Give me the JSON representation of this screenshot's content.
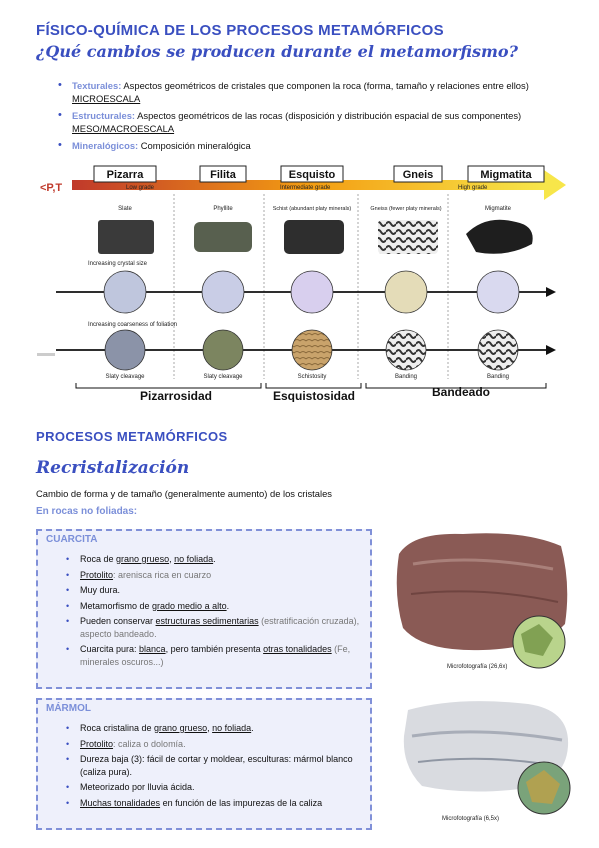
{
  "header": {
    "title": "FÍSICO-QUÍMICA DE LOS PROCESOS METAMÓRFICOS",
    "subtitle": "¿Qué cambios se producen durante el metamorfismo?"
  },
  "changes": [
    {
      "kw": "Texturales:",
      "text": " Aspectos geométricos de cristales que componen la roca (forma, tamaño y relaciones entre ellos)",
      "scale": "MICROESCALA"
    },
    {
      "kw": "Estructurales:",
      "text": " Aspectos geométricos de las rocas (disposición y distribución espacial de sus componentes)",
      "scale": "MESO/MACROESCALA"
    },
    {
      "kw": "Mineralógicos:",
      "text": " Composición mineralógica",
      "scale": ""
    }
  ],
  "figure": {
    "pt_label": "<P,T",
    "rock_names": [
      "Pizarra",
      "Filita",
      "Esquisto",
      "Gneis",
      "Migmatita"
    ],
    "grades": [
      "Low grade",
      "Intermediate grade",
      "High grade"
    ],
    "specimen_labels": [
      "Slate",
      "Phyllite",
      "Schist (abundant platy minerals)",
      "Gneiss (fewer platy minerals)",
      "Migmatite"
    ],
    "row1_label": "Increasing crystal size",
    "row2_label": "Increasing coarseness of foliation",
    "foliation_labels": [
      "Slaty cleavage",
      "Slaty cleavage",
      "Schistosity",
      "Banding",
      "Banding"
    ],
    "groups": [
      "Pizarrosidad",
      "Esquistosidad",
      "Bandeado"
    ]
  },
  "section2": {
    "title": "PROCESOS METAMÓRFICOS",
    "process": "Recristalización",
    "description": "Cambio de forma y de tamaño (generalmente aumento) de los cristales",
    "subhead": "En rocas no foliadas:"
  },
  "cuarcita": {
    "title": "CUARCITA",
    "items": [
      [
        "Roca de ",
        "grano grueso",
        ", ",
        "no foliada",
        "."
      ],
      [
        "Protolito",
        ": arenisca rica en cuarzo"
      ],
      [
        "Muy dura."
      ],
      [
        "Metamorfismo de ",
        "grado medio a alto",
        "."
      ],
      [
        "Pueden conservar ",
        "estructuras sedimentarias",
        " (estratificación cruzada), aspecto bandeado."
      ],
      [
        "Cuarcita pura: ",
        "blanca",
        ", pero también presenta ",
        "otras tonalidades",
        " (Fe, minerales oscuros...)"
      ]
    ],
    "micro_label": "Microfotografía (26,6x)"
  },
  "marmol": {
    "title": "MÁRMOL",
    "items": [
      [
        "Roca cristalina de ",
        "grano grueso",
        ", ",
        "no foliada",
        "."
      ],
      [
        "Protolito",
        ": caliza o dolomía."
      ],
      [
        "Dureza baja (3): fácil de cortar y moldear, esculturas: mármol blanco (caliza pura)."
      ],
      [
        "Meteorizado por lluvia ácida."
      ],
      [
        "Muchas tonalidades",
        " en función de las impurezas de la caliza"
      ]
    ],
    "micro_label": "Microfotografía (6,5x)"
  },
  "colors": {
    "accent": "#3a4fc0",
    "light_accent": "#7b8fd9",
    "box_bg": "#eef0fb"
  }
}
